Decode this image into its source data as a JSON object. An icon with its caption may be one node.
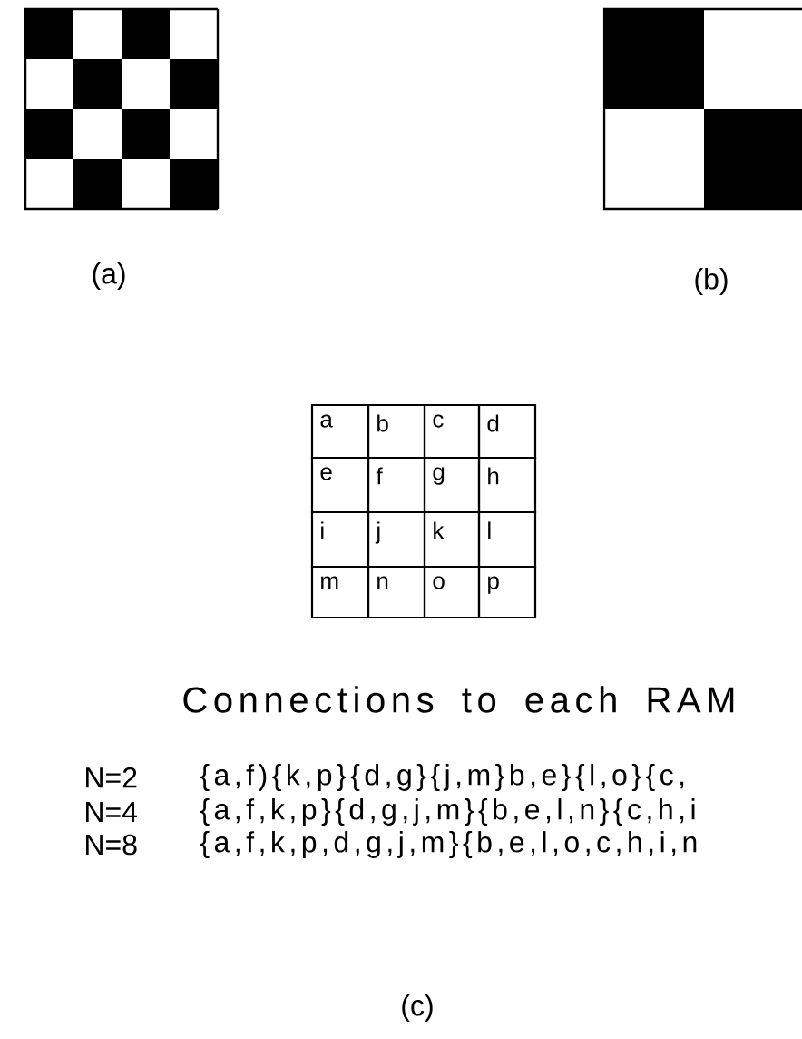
{
  "diagram": {
    "labels": [
      "(a)",
      "(b)",
      "a",
      "b",
      "c",
      "d",
      "e",
      "f",
      "g",
      "h",
      "i",
      "j",
      "k",
      "l",
      "m",
      "n",
      "o",
      "p",
      "Connections to each RAM",
      "N=2",
      "{a,f){k,p}{d,g}{j,m}b,e}{l,o}{c,",
      "N=4",
      "{a,f,k,p}{d,g,j,m}{b,e,l,n}{c,h,i",
      "N=8",
      "{a,f,k,p,d,g,j,m}{b,e,l,o,c,h,i,n",
      "(c)"
    ]
  }
}
